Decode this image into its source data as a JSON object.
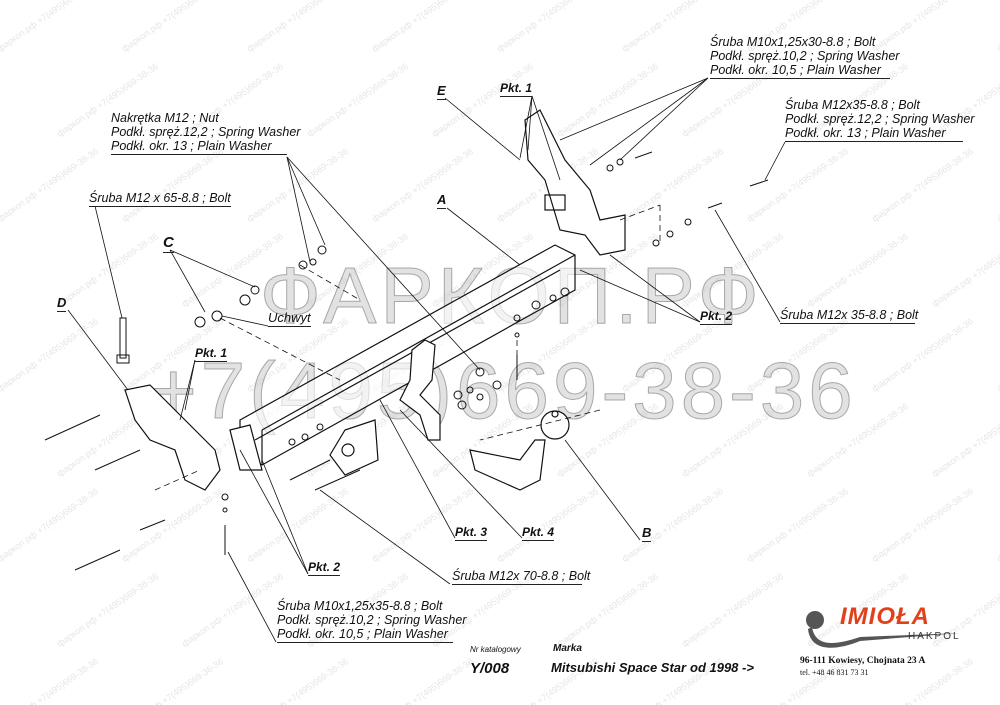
{
  "watermark": {
    "small": "фаркоп.рф +7(495)669-38-36",
    "big_top": "ФАРКОП.РФ",
    "big_phone": "+7(495)669-38-36"
  },
  "callouts": {
    "bolt_m10_30": [
      "Śruba M10x1,25x30-8.8 ;  Bolt",
      "Podkł. spręż.10,2 ; Spring Washer",
      "Podkł. okr. 10,5 ; Plain Washer"
    ],
    "bolt_m12_35_top": [
      "Śruba M12x35-8.8 ;  Bolt",
      "Podkł. spręż.12,2 ; Spring Washer",
      "Podkł. okr. 13 ; Plain Washer"
    ],
    "nut_m12": [
      "Nakrętka  M12 ; Nut",
      "Podkł. spręż.12,2 ; Spring Washer",
      "Podkł. okr. 13 ; Plain Washer"
    ],
    "bolt_m12_65": "Śruba M12 x 65-8.8 ; Bolt",
    "bolt_m12_35": "Śruba M12x 35-8.8 ; Bolt",
    "bolt_m12_70": "Śruba M12x 70-8.8 ; Bolt",
    "bolt_m10_35": [
      "Śruba M10x1,25x35-8.8 ;  Bolt",
      "Podkł. spręż.10,2 ; Spring Washer",
      "Podkł. okr. 10,5 ; Plain Washer"
    ],
    "uchwyt": "Uchwyt"
  },
  "letters": {
    "A": "A",
    "B": "B",
    "C": "C",
    "D": "D",
    "E": "E"
  },
  "points": {
    "pkt1_top": "Pkt. 1",
    "pkt1_left": "Pkt. 1",
    "pkt2_right": "Pkt. 2",
    "pkt2_bottom": "Pkt. 2",
    "pkt3": "Pkt. 3",
    "pkt4": "Pkt. 4"
  },
  "title_block": {
    "catalog_label": "Nr katalogowy",
    "catalog_no": "Y/008",
    "brand_label": "Marka",
    "brand": "Mitsubishi Space Star",
    "year": "od 1998 ->"
  },
  "company": {
    "logo": "IMIOŁA",
    "sub": "HAKPOL",
    "address": "96-111 Kowiesy, Chojnata 23 A",
    "tel": "tel. +48 46 831 73 31",
    "accent": "#e0401a"
  }
}
